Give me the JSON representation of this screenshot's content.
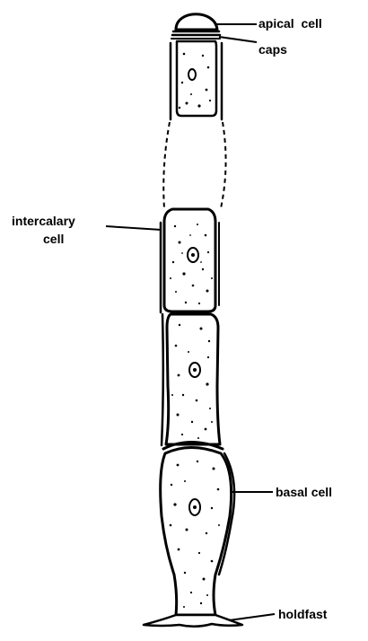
{
  "diagram": {
    "labels": {
      "apical_cell": "apical  cell",
      "caps": "caps",
      "intercalary_line1": "intercalary",
      "intercalary_line2": "cell",
      "basal_cell": "basal cell",
      "holdfast": "holdfast"
    },
    "colors": {
      "ink": "#000000",
      "cell_fill": "#ffffff",
      "background": "#ffffff"
    }
  }
}
